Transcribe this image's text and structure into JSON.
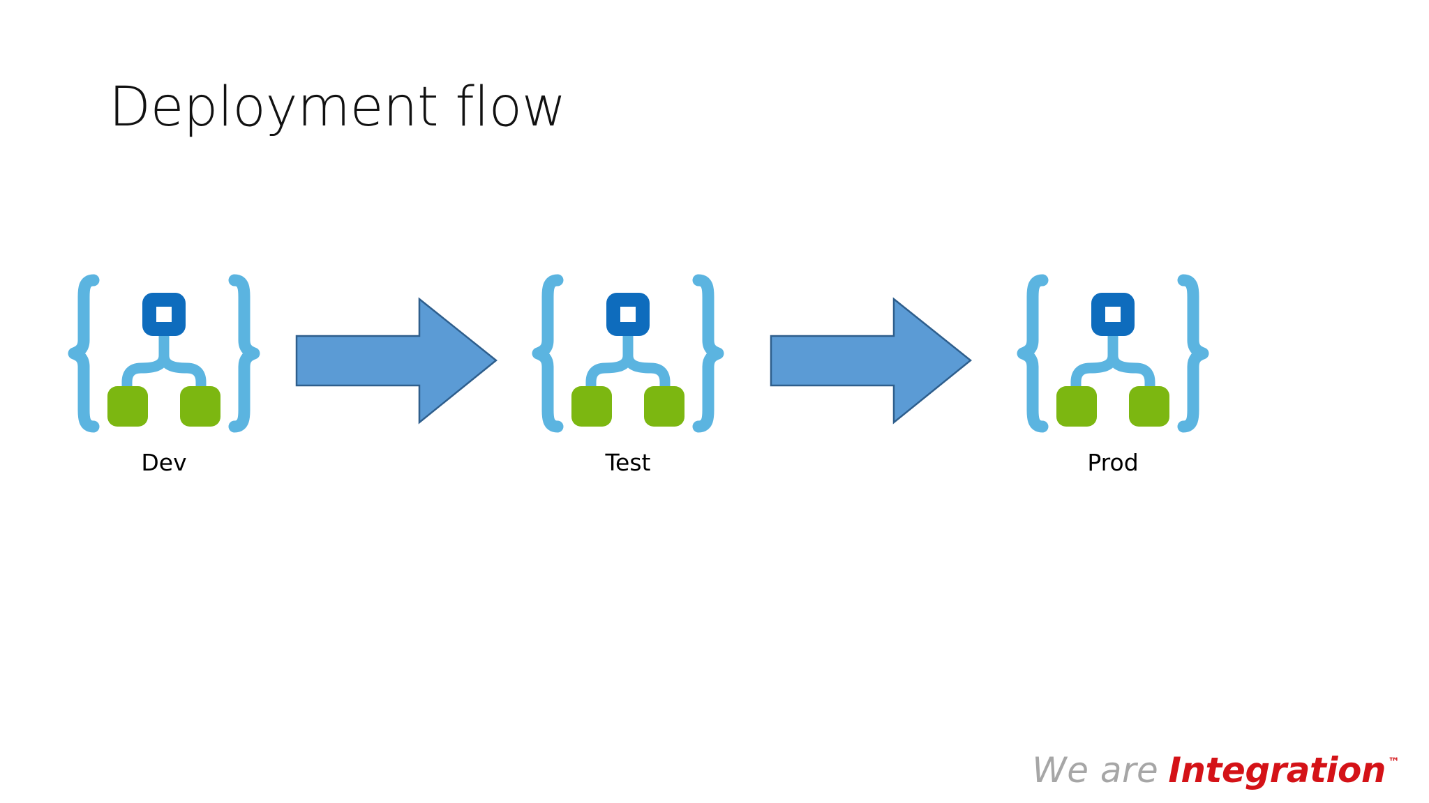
{
  "slide": {
    "title": "Deployment flow",
    "background_color": "#ffffff"
  },
  "flow": {
    "stages": [
      {
        "label": "Dev",
        "icon": "environment-braces-icon"
      },
      {
        "label": "Test",
        "icon": "environment-braces-icon"
      },
      {
        "label": "Prod",
        "icon": "environment-braces-icon"
      }
    ],
    "connectors": [
      {
        "icon": "right-arrow-icon"
      },
      {
        "icon": "right-arrow-icon"
      }
    ]
  },
  "icon_colors": {
    "brace_blue": "#5BB4E0",
    "node_dark_blue": "#0E6CBD",
    "node_inner_white": "#ffffff",
    "leaf_green": "#7CB711",
    "arrow_fill": "#5B9BD5",
    "arrow_stroke": "#2E5E8C"
  },
  "logo": {
    "prefix": "We are",
    "brand": "Integration",
    "trademark": "™",
    "prefix_color": "#a6a6a6",
    "brand_color": "#d41217"
  }
}
